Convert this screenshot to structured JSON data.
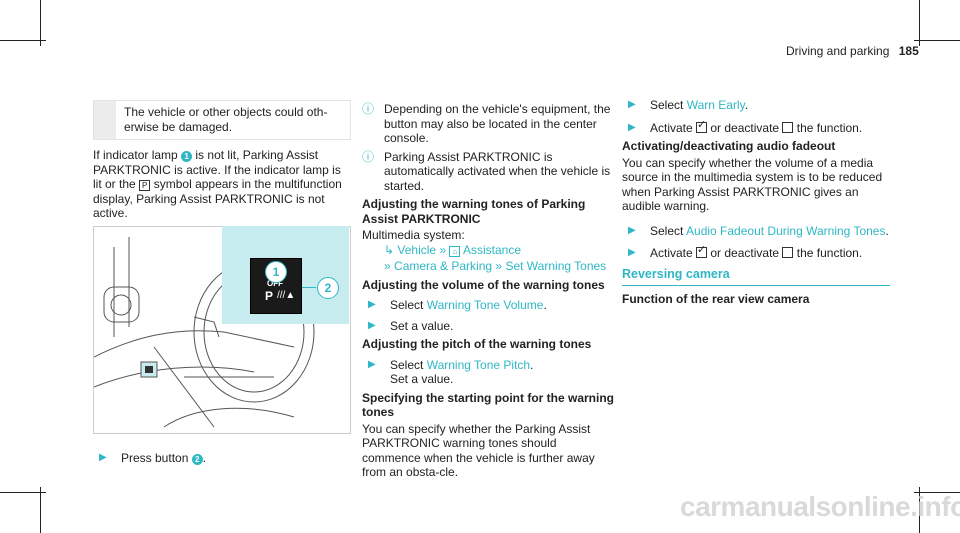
{
  "header": {
    "section": "Driving and parking",
    "page_number": "185"
  },
  "left": {
    "note": "The vehicle or other objects could oth-erwise be damaged.",
    "paragraph": "If indicator lamp 1 is not lit, Parking Assist PARKTRONIC is active. If the indicator lamp is lit or the symbol appears in the multifunction display, Parking Assist PARKTRONIC is not active.",
    "p_a": "If indicator lamp",
    "p_b": "is not lit, Parking Assist PARKTRONIC is active. If the indicator lamp is lit or the",
    "p_c": "symbol appears in the multifunction display, Parking Assist PARKTRONIC is not active.",
    "callout1": "1",
    "figure": {
      "off_label": "OFF",
      "p_label": "P",
      "callout_1": "1",
      "callout_2": "2"
    },
    "step_label": "Press button",
    "step_ref": "2",
    "step_end": "."
  },
  "middle": {
    "info1": "Depending on the vehicle's equipment, the button may also be located in the center console.",
    "info2": "Parking Assist PARKTRONIC is automatically activated when the vehicle is started.",
    "h1": "Adjusting the warning tones of Parking Assist PARKTRONIC",
    "system": "Multimedia system:",
    "menu": {
      "vehicle": "Vehicle",
      "assistance": "Assistance",
      "camera_parking": "Camera & Parking",
      "set_warning": "Set Warning Tones"
    },
    "h2": "Adjusting the volume of the warning tones",
    "s1_pre": "Select",
    "s1_link": "Warning Tone Volume",
    "s1_post": ".",
    "s2": "Set a value.",
    "h3": "Adjusting the pitch of the warning tones",
    "s3_pre": "Select",
    "s3_link": "Warning Tone Pitch",
    "s3_post": ".",
    "s3b": "Set a value.",
    "h4": "Specifying the starting point for the warning tones",
    "p4": "You can specify whether the Parking Assist PARKTRONIC warning tones should commence when the vehicle is further away from an obsta-cle."
  },
  "right": {
    "s1_pre": "Select",
    "s1_link": "Warn Early",
    "s1_post": ".",
    "act1_a": "Activate",
    "act1_b": "or deactivate",
    "act1_c": "the function.",
    "h1": "Activating/deactivating audio fadeout",
    "p1": "You can specify whether the volume of a media source in the multimedia system is to be reduced when Parking Assist PARKTRONIC gives an audible warning.",
    "s2_pre": "Select",
    "s2_link": "Audio Fadeout During Warning Tones",
    "s2_post": ".",
    "act2_a": "Activate",
    "act2_b": "or deactivate",
    "act2_c": "the function.",
    "section": "Reversing camera",
    "h2": "Function of the rear view camera"
  },
  "watermark": "carmanualsonline.info",
  "colors": {
    "accent": "#2fb7c5",
    "panel": "#c6ecf0"
  }
}
